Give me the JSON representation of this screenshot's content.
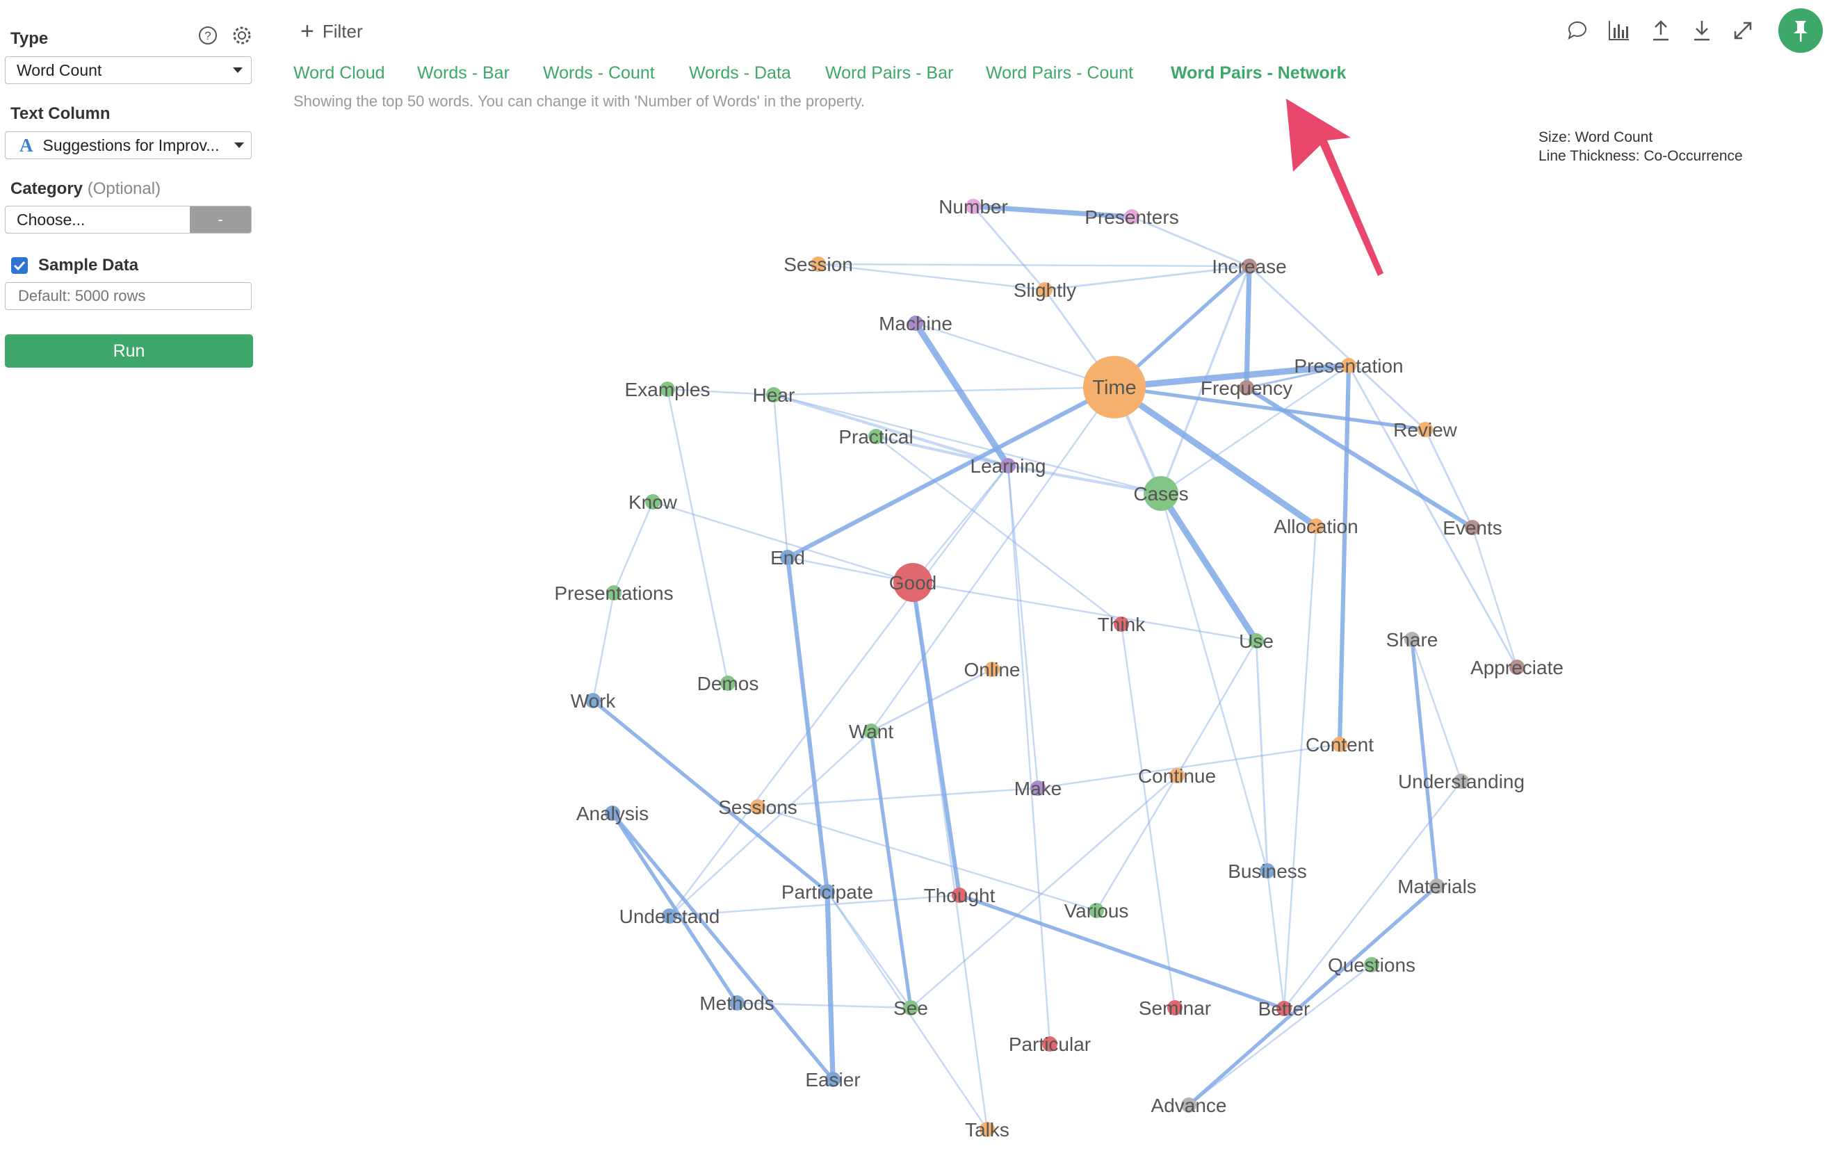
{
  "left_panel": {
    "type_label": "Type",
    "type_value": "Word Count",
    "text_column_label": "Text Column",
    "text_column_value": "Suggestions for Improv...",
    "text_column_icon": "A",
    "category_label": "Category",
    "category_optional": "(Optional)",
    "category_value": "Choose...",
    "category_button": "-",
    "sample_data_label": "Sample Data",
    "sample_data_checked": true,
    "sample_rows_placeholder": "Default: 5000 rows",
    "run_label": "Run"
  },
  "toolbar": {
    "filter_label": "Filter",
    "tools": [
      "comment-icon",
      "chart-icon",
      "upload-icon",
      "download-icon",
      "expand-icon",
      "pin-icon"
    ]
  },
  "tabs": [
    {
      "label": "Word Cloud",
      "active": false
    },
    {
      "label": "Words - Bar",
      "active": false
    },
    {
      "label": "Words - Count",
      "active": false
    },
    {
      "label": "Words - Data",
      "active": false
    },
    {
      "label": "Word Pairs - Bar",
      "active": false
    },
    {
      "label": "Word Pairs - Count",
      "active": false
    },
    {
      "label": "Word Pairs - Network",
      "active": true
    }
  ],
  "info_text": "Showing the top 50 words. You can change it with 'Number of Words' in the property.",
  "legend": {
    "size": "Size: Word Count",
    "thickness": "Line Thickness: Co-Occurrence"
  },
  "colors": {
    "accent": "#3da86a",
    "arrow": "#e8466b",
    "edge": "#7fa8e6",
    "orange": "#f5b06e",
    "green": "#82c584",
    "red": "#e0686e",
    "purple": "#a98ccb",
    "pink": "#e6a8dc",
    "brown": "#b48f8c",
    "blue": "#7fa7d6",
    "gray": "#b3b3b3"
  },
  "network": {
    "nodes": [
      {
        "word": "Number",
        "color": "pink",
        "weight": 1
      },
      {
        "word": "Presenters",
        "color": "pink",
        "weight": 1
      },
      {
        "word": "Session",
        "color": "orange",
        "weight": 1
      },
      {
        "word": "Slightly",
        "color": "orange",
        "weight": 1
      },
      {
        "word": "Increase",
        "color": "brown",
        "weight": 1
      },
      {
        "word": "Machine",
        "color": "purple",
        "weight": 1
      },
      {
        "word": "Time",
        "color": "orange",
        "weight": 8
      },
      {
        "word": "Presentation",
        "color": "orange",
        "weight": 1
      },
      {
        "word": "Frequency",
        "color": "brown",
        "weight": 1
      },
      {
        "word": "Examples",
        "color": "green",
        "weight": 1
      },
      {
        "word": "Hear",
        "color": "green",
        "weight": 1
      },
      {
        "word": "Practical",
        "color": "green",
        "weight": 1
      },
      {
        "word": "Review",
        "color": "orange",
        "weight": 1
      },
      {
        "word": "Learning",
        "color": "purple",
        "weight": 1
      },
      {
        "word": "Cases",
        "color": "green",
        "weight": 2.5
      },
      {
        "word": "Know",
        "color": "green",
        "weight": 1
      },
      {
        "word": "Allocation",
        "color": "orange",
        "weight": 1
      },
      {
        "word": "Events",
        "color": "brown",
        "weight": 1
      },
      {
        "word": "End",
        "color": "blue",
        "weight": 1
      },
      {
        "word": "Good",
        "color": "red",
        "weight": 3
      },
      {
        "word": "Presentations",
        "color": "green",
        "weight": 1
      },
      {
        "word": "Think",
        "color": "red",
        "weight": 1
      },
      {
        "word": "Use",
        "color": "green",
        "weight": 1
      },
      {
        "word": "Share",
        "color": "gray",
        "weight": 1
      },
      {
        "word": "Appreciate",
        "color": "brown",
        "weight": 1
      },
      {
        "word": "Online",
        "color": "orange",
        "weight": 1
      },
      {
        "word": "Demos",
        "color": "green",
        "weight": 1
      },
      {
        "word": "Work",
        "color": "blue",
        "weight": 1
      },
      {
        "word": "Want",
        "color": "green",
        "weight": 1
      },
      {
        "word": "Content",
        "color": "orange",
        "weight": 1
      },
      {
        "word": "Continue",
        "color": "orange",
        "weight": 1
      },
      {
        "word": "Understanding",
        "color": "gray",
        "weight": 1
      },
      {
        "word": "Make",
        "color": "purple",
        "weight": 1
      },
      {
        "word": "Analysis",
        "color": "blue",
        "weight": 1
      },
      {
        "word": "Sessions",
        "color": "orange",
        "weight": 1
      },
      {
        "word": "Business",
        "color": "blue",
        "weight": 1
      },
      {
        "word": "Materials",
        "color": "gray",
        "weight": 1
      },
      {
        "word": "Participate",
        "color": "blue",
        "weight": 1
      },
      {
        "word": "Thought",
        "color": "red",
        "weight": 1
      },
      {
        "word": "Various",
        "color": "green",
        "weight": 1
      },
      {
        "word": "Understand",
        "color": "blue",
        "weight": 1
      },
      {
        "word": "Questions",
        "color": "green",
        "weight": 1
      },
      {
        "word": "Methods",
        "color": "blue",
        "weight": 1
      },
      {
        "word": "See",
        "color": "green",
        "weight": 1
      },
      {
        "word": "Seminar",
        "color": "red",
        "weight": 1
      },
      {
        "word": "Better",
        "color": "red",
        "weight": 1
      },
      {
        "word": "Particular",
        "color": "red",
        "weight": 1
      },
      {
        "word": "Easier",
        "color": "blue",
        "weight": 1
      },
      {
        "word": "Advance",
        "color": "gray",
        "weight": 1
      },
      {
        "word": "Talks",
        "color": "orange",
        "weight": 1
      }
    ],
    "edges": [
      {
        "source": "Number",
        "target": "Presenters",
        "strength": 3
      },
      {
        "source": "Time",
        "target": "Presentation",
        "strength": 4
      },
      {
        "source": "Time",
        "target": "Allocation",
        "strength": 4
      },
      {
        "source": "Machine",
        "target": "Learning",
        "strength": 4
      },
      {
        "source": "Cases",
        "target": "Use",
        "strength": 4
      },
      {
        "source": "Increase",
        "target": "Frequency",
        "strength": 3
      },
      {
        "source": "Time",
        "target": "Increase",
        "strength": 2
      },
      {
        "source": "Time",
        "target": "End",
        "strength": 2.5
      },
      {
        "source": "Time",
        "target": "Review",
        "strength": 2
      },
      {
        "source": "Time",
        "target": "Cases",
        "strength": 1.5
      },
      {
        "source": "Frequency",
        "target": "Events",
        "strength": 2.5
      },
      {
        "source": "Presentation",
        "target": "Content",
        "strength": 2.5
      },
      {
        "source": "End",
        "target": "Participate",
        "strength": 2.5
      },
      {
        "source": "Participate",
        "target": "Easier",
        "strength": 3
      },
      {
        "source": "Good",
        "target": "Thought",
        "strength": 2.5
      },
      {
        "source": "Work",
        "target": "Participate",
        "strength": 2
      },
      {
        "source": "Analysis",
        "target": "Easier",
        "strength": 2
      },
      {
        "source": "Analysis",
        "target": "Methods",
        "strength": 2
      },
      {
        "source": "Want",
        "target": "See",
        "strength": 2
      },
      {
        "source": "Share",
        "target": "Materials",
        "strength": 2
      },
      {
        "source": "Materials",
        "target": "Advance",
        "strength": 2
      },
      {
        "source": "Thought",
        "target": "Better",
        "strength": 2
      },
      {
        "source": "Learning",
        "target": "Cases",
        "strength": 1.5
      },
      {
        "source": "Practical",
        "target": "Learning",
        "strength": 1.5
      },
      {
        "source": "Hear",
        "target": "Learning",
        "strength": 1.5
      },
      {
        "source": "Session",
        "target": "Increase",
        "strength": 0.6
      },
      {
        "source": "Slightly",
        "target": "Increase",
        "strength": 0.8
      },
      {
        "source": "Session",
        "target": "Slightly",
        "strength": 0.6
      },
      {
        "source": "Number",
        "target": "Slightly",
        "strength": 0.8
      },
      {
        "source": "Presenters",
        "target": "Increase",
        "strength": 0.8
      },
      {
        "source": "Slightly",
        "target": "Time",
        "strength": 0.8
      },
      {
        "source": "Machine",
        "target": "Time",
        "strength": 0.6
      },
      {
        "source": "Hear",
        "target": "Time",
        "strength": 0.6
      },
      {
        "source": "Hear",
        "target": "Cases",
        "strength": 0.6
      },
      {
        "source": "Hear",
        "target": "End",
        "strength": 0.6
      },
      {
        "source": "Examples",
        "target": "Demos",
        "strength": 0.6
      },
      {
        "source": "Examples",
        "target": "Hear",
        "strength": 0.6
      },
      {
        "source": "Practical",
        "target": "Think",
        "strength": 0.6
      },
      {
        "source": "Learning",
        "target": "Understand",
        "strength": 0.6
      },
      {
        "source": "Learning",
        "target": "Make",
        "strength": 0.6
      },
      {
        "source": "Learning",
        "target": "Good",
        "strength": 0.6
      },
      {
        "source": "Cases",
        "target": "Business",
        "strength": 0.6
      },
      {
        "source": "Increase",
        "target": "Cases",
        "strength": 1
      },
      {
        "source": "Increase",
        "target": "Review",
        "strength": 0.8
      },
      {
        "source": "Presentation",
        "target": "Frequency",
        "strength": 1
      },
      {
        "source": "Presentation",
        "target": "Appreciate",
        "strength": 0.8
      },
      {
        "source": "Review",
        "target": "Events",
        "strength": 0.8
      },
      {
        "source": "Events",
        "target": "Appreciate",
        "strength": 0.6
      },
      {
        "source": "Know",
        "target": "Good",
        "strength": 0.6
      },
      {
        "source": "Know",
        "target": "Presentations",
        "strength": 0.6
      },
      {
        "source": "Presentations",
        "target": "Work",
        "strength": 0.6
      },
      {
        "source": "End",
        "target": "Good",
        "strength": 0.6
      },
      {
        "source": "Good",
        "target": "Use",
        "strength": 0.6
      },
      {
        "source": "Good",
        "target": "Talks",
        "strength": 0.6
      },
      {
        "source": "Allocation",
        "target": "Better",
        "strength": 0.6
      },
      {
        "source": "Online",
        "target": "Want",
        "strength": 0.8
      },
      {
        "source": "Want",
        "target": "Time",
        "strength": 0.6
      },
      {
        "source": "Want",
        "target": "Understand",
        "strength": 0.6
      },
      {
        "source": "Sessions",
        "target": "Make",
        "strength": 0.6
      },
      {
        "source": "Make",
        "target": "Content",
        "strength": 0.6
      },
      {
        "source": "Continue",
        "target": "Various",
        "strength": 0.6
      },
      {
        "source": "Continue",
        "target": "Use",
        "strength": 0.6
      },
      {
        "source": "Think",
        "target": "Seminar",
        "strength": 0.6
      },
      {
        "source": "Use",
        "target": "Business",
        "strength": 0.8
      },
      {
        "source": "Share",
        "target": "Understanding",
        "strength": 0.6
      },
      {
        "source": "Understanding",
        "target": "Better",
        "strength": 0.6
      },
      {
        "source": "Business",
        "target": "Better",
        "strength": 0.6
      },
      {
        "source": "Questions",
        "target": "Advance",
        "strength": 0.6
      },
      {
        "source": "Understand",
        "target": "Thought",
        "strength": 0.6
      },
      {
        "source": "Participate",
        "target": "See",
        "strength": 0.6
      },
      {
        "source": "See",
        "target": "Continue",
        "strength": 0.6
      },
      {
        "source": "Various",
        "target": "Sessions",
        "strength": 0.6
      },
      {
        "source": "Particular",
        "target": "Learning",
        "strength": 0.6
      },
      {
        "source": "Methods",
        "target": "See",
        "strength": 0.6
      },
      {
        "source": "Talks",
        "target": "Participate",
        "strength": 0.6
      },
      {
        "source": "Frequency",
        "target": "Presentation",
        "strength": 0.6
      },
      {
        "source": "Presentation",
        "target": "Cases",
        "strength": 0.6
      }
    ]
  }
}
